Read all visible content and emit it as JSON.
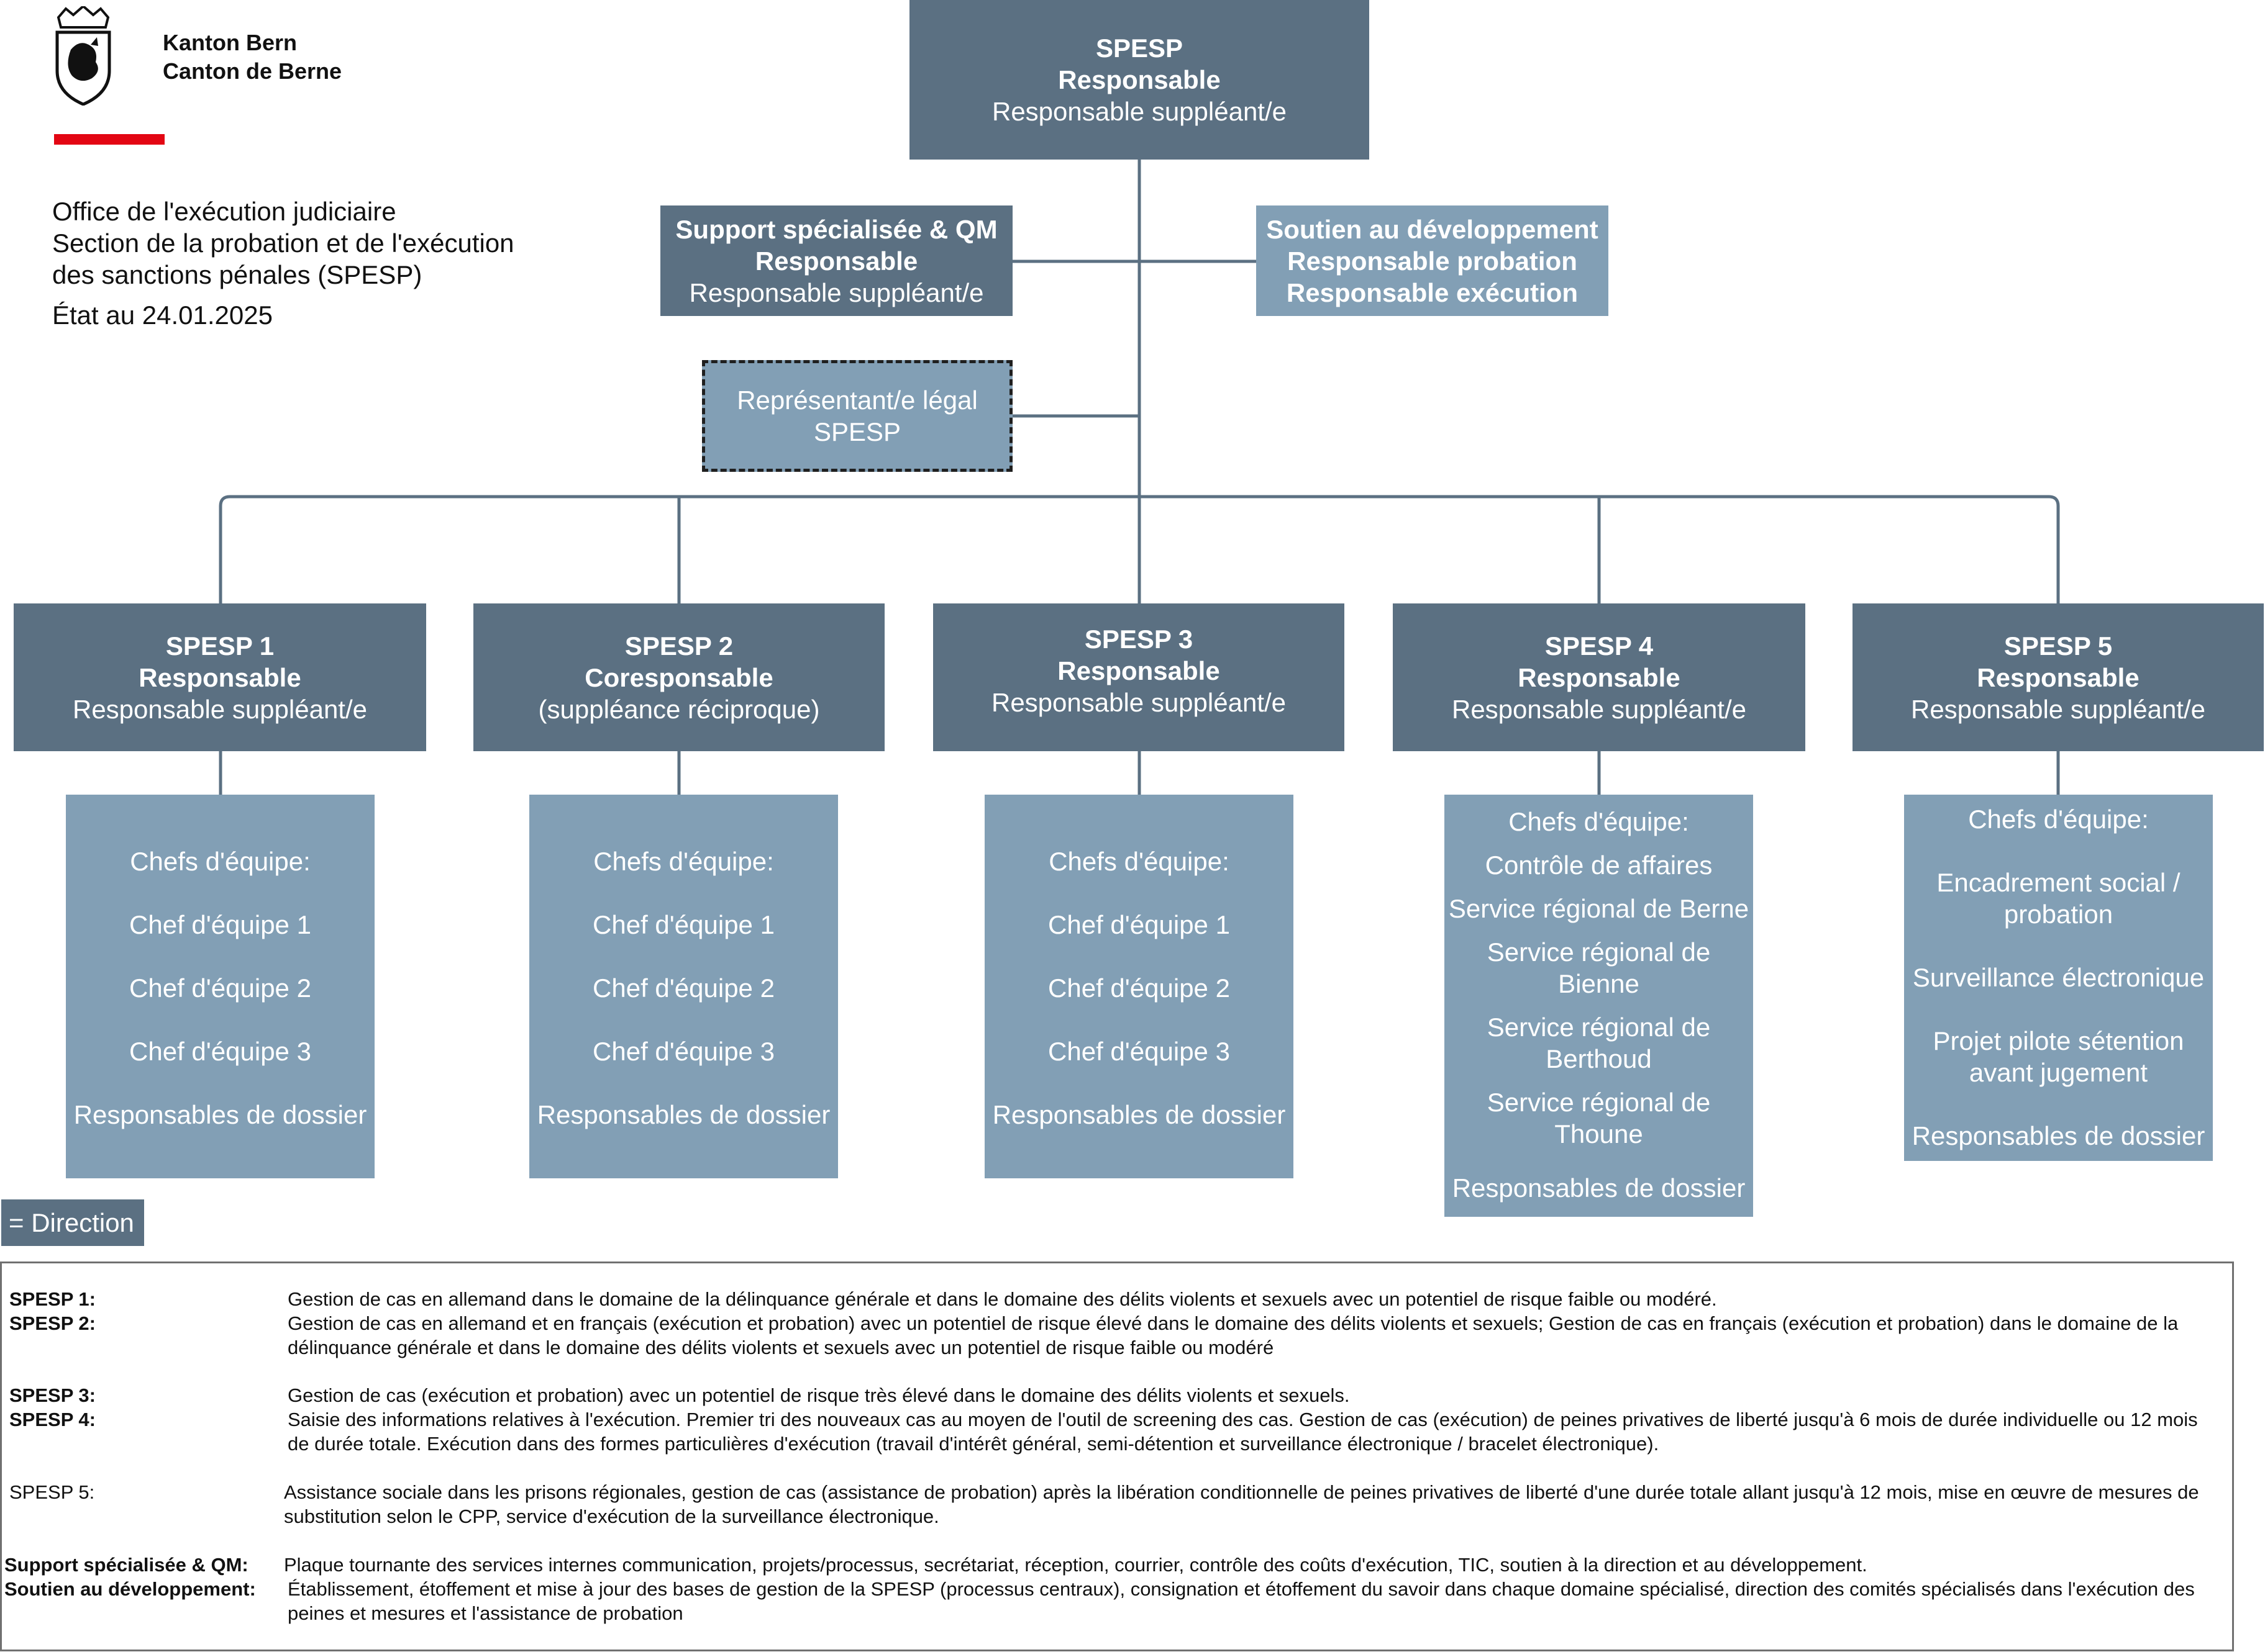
{
  "header": {
    "logo_line1": "Kanton Bern",
    "logo_line2": "Canton de Berne",
    "office_line1": "Office de l'exécution judiciaire",
    "office_line2": "Section de la probation et de l'exécution",
    "office_line3": "des sanctions pénales (SPESP)",
    "date": "État au 24.01.2025"
  },
  "colors": {
    "direction": "#5b7082",
    "unit": "#829fb5",
    "connector": "#5b7082",
    "logo_bar": "#e30613"
  },
  "top": {
    "title": "SPESP",
    "role": "Responsable",
    "deputy": "Responsable suppléant/e"
  },
  "support": {
    "title": "Support spécialisée & QM",
    "role": "Responsable",
    "deputy": "Responsable suppléant/e"
  },
  "soutien": {
    "title": "Soutien au développement",
    "role1": "Responsable probation",
    "role2": "Responsable exécution"
  },
  "legal": {
    "line1": "Représentant/e légal",
    "line2": "SPESP"
  },
  "sections": [
    {
      "title": "SPESP 1",
      "role": "Responsable",
      "deputy": "Responsable suppléant/e",
      "team": [
        "Chefs d'équipe:",
        "Chef d'équipe 1",
        "Chef d'équipe 2",
        "Chef d'équipe 3",
        "Responsables de dossier"
      ]
    },
    {
      "title": "SPESP 2",
      "role": "Coresponsable",
      "deputy": "(suppléance réciproque)",
      "team": [
        "Chefs d'équipe:",
        "Chef d'équipe 1",
        "Chef d'équipe 2",
        "Chef d'équipe 3",
        "Responsables de dossier"
      ]
    },
    {
      "title": "SPESP 3",
      "role": "Responsable",
      "deputy": "Responsable suppléant/e",
      "team": [
        "Chefs d'équipe:",
        "Chef d'équipe 1",
        "Chef d'équipe 2",
        "Chef d'équipe 3",
        "Responsables de dossier"
      ]
    },
    {
      "title": "SPESP 4",
      "role": "Responsable",
      "deputy": "Responsable suppléant/e",
      "team": [
        "Chefs d'équipe:",
        "Contrôle de affaires",
        "Service régional de Berne",
        "Service régional de",
        "Bienne",
        "Service régional de",
        "Berthoud",
        "Service régional de",
        "Thoune",
        "Responsables de dossier"
      ]
    },
    {
      "title": "SPESP 5",
      "role": "Responsable",
      "deputy": "Responsable suppléant/e",
      "team": [
        "Chefs d'équipe:",
        "Encadrement social /",
        "probation",
        "Surveillance électronique",
        "Projet pilote sétention",
        "avant jugement",
        "Responsables de dossier"
      ]
    }
  ],
  "legend": {
    "direction": "= Direction"
  },
  "descriptions": [
    {
      "key": "SPESP 1:",
      "text": "Gestion de cas en allemand dans le domaine de la délinquance générale et dans le domaine des délits violents et sexuels avec un potentiel de risque faible ou modéré."
    },
    {
      "key": "SPESP 2:",
      "text": "Gestion de cas en allemand et en français (exécution et probation) avec un potentiel de risque élevé dans le domaine des délits violents et sexuels; Gestion de cas en français (exécution et probation) dans le domaine de la délinquance générale et dans le domaine des délits violents et sexuels avec un potentiel de risque faible ou modéré"
    },
    {
      "key": "SPESP 3:",
      "text": "Gestion de cas (exécution et probation) avec un potentiel de risque très élevé dans le domaine des délits violents et sexuels."
    },
    {
      "key": "SPESP 4:",
      "text": "Saisie des informations relatives à l'exécution. Premier tri des nouveaux cas au moyen de l'outil de screening des cas. Gestion de cas (exécution) de peines privatives de liberté jusqu'à 6 mois de durée individuelle ou 12 mois de durée totale. Exécution dans des formes particulières d'exécution (travail d'intérêt général, semi-détention et surveillance électronique / bracelet électronique)."
    },
    {
      "key": "SPESP 5:",
      "text": "Assistance sociale dans les prisons régionales, gestion de cas (assistance de probation) après la libération conditionnelle de peines privatives de liberté d'une durée totale allant jusqu'à 12 mois, mise en œuvre de mesures de substitution selon le CPP, service d'exécution de la surveillance électronique."
    },
    {
      "key": "Support spécialisée & QM:",
      "text": "Plaque tournante des services internes communication, projets/processus, secrétariat, réception, courrier, contrôle des coûts d'exécution, TIC, soutien à la direction et au développement."
    },
    {
      "key": "Soutien au développement:",
      "text": "Établissement, étoffement et mise à jour des bases de gestion de la SPESP (processus centraux), consignation et étoffement du savoir dans chaque domaine spécialisé, direction des comités spécialisés dans l'exécution des peines et mesures et l'assistance de probation"
    }
  ]
}
